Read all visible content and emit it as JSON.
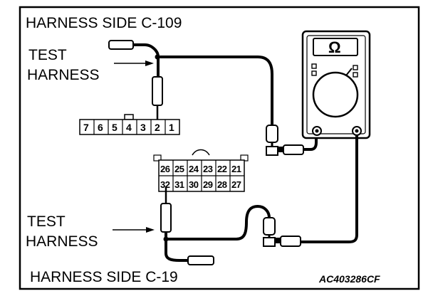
{
  "labels": {
    "top_connector": "HARNESS SIDE C-109",
    "bottom_connector": "HARNESS SIDE C-19",
    "test_harness_top": [
      "TEST",
      "HARNESS"
    ],
    "test_harness_bottom": [
      "TEST",
      "HARNESS"
    ],
    "figure_code": "AC403286CF"
  },
  "meter": {
    "unit_symbol": "Ω"
  },
  "connector_c109": {
    "pins": [
      "7",
      "6",
      "5",
      "4",
      "3",
      "2",
      "1"
    ]
  },
  "connector_c19": {
    "top_row": [
      "26",
      "25",
      "24",
      "23",
      "22",
      "21"
    ],
    "bottom_row": [
      "32",
      "31",
      "30",
      "29",
      "28",
      "27"
    ]
  }
}
